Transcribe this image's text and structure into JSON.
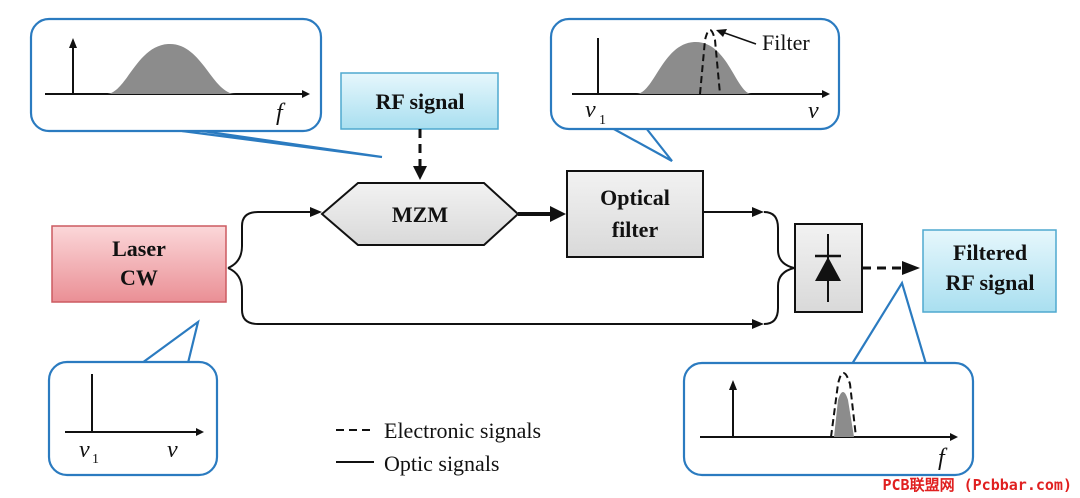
{
  "blocks": {
    "rf_signal": "RF signal",
    "mzm": "MZM",
    "optical_filter": [
      "Optical",
      "filter"
    ],
    "laser": [
      "Laser",
      "CW"
    ],
    "filtered_rf": [
      "Filtered",
      "RF signal"
    ]
  },
  "insets": {
    "top_left_axis": "f",
    "top_center_axis_start": "ν",
    "top_center_axis_start_sub": "1",
    "top_center_axis_end": "ν",
    "top_center_annotation": "Filter",
    "bottom_left_axis_start": "ν",
    "bottom_left_axis_start_sub": "1",
    "bottom_left_axis_end": "ν",
    "bottom_right_axis": "f"
  },
  "legend": {
    "dashed": "Electronic signals",
    "solid": "Optic signals"
  },
  "watermark": "PCB联盟网 (Pcbbar.com)",
  "colors": {
    "callout_border": "#2b7bc0",
    "rf_fill": "#bfe8f4",
    "laser_fill": "#f2a6aa",
    "block_fill": "#e3e3e3",
    "spectrum_fill": "#8c8c8c"
  }
}
